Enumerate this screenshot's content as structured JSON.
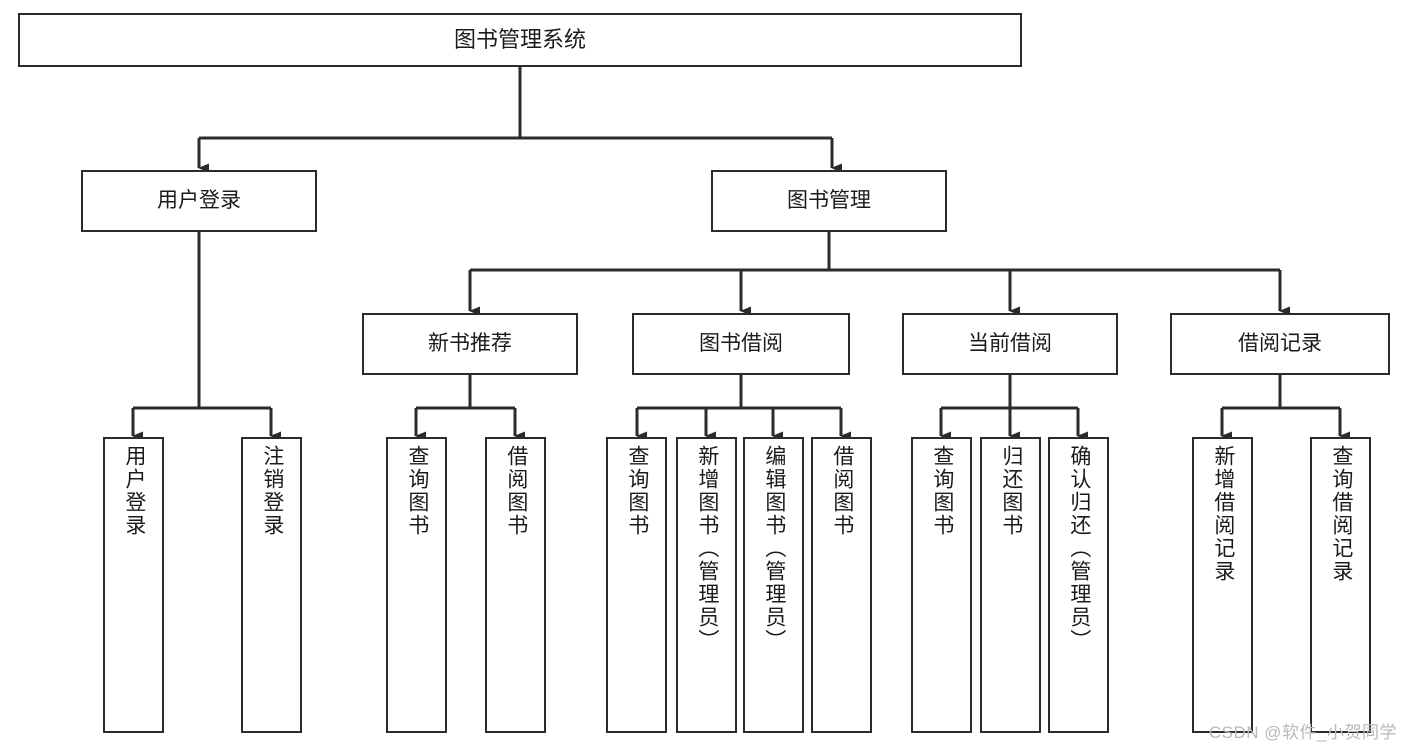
{
  "diagram": {
    "type": "tree",
    "title": "图书管理系统",
    "orientation": "top-down",
    "colors": {
      "box_border": "#2b2b2b",
      "box_fill": "#ffffff",
      "edge": "#2b2b2b",
      "text": "#1b1b1b",
      "watermark": "#b9b9b9"
    },
    "root": {
      "id": "root",
      "label": "图书管理系统"
    },
    "level1": [
      {
        "id": "user-login",
        "label": "用户登录"
      },
      {
        "id": "book-management",
        "label": "图书管理"
      }
    ],
    "level2": [
      {
        "id": "new-book-recommend",
        "label": "新书推荐",
        "parent": "book-management"
      },
      {
        "id": "book-borrow",
        "label": "图书借阅",
        "parent": "book-management"
      },
      {
        "id": "current-borrow",
        "label": "当前借阅",
        "parent": "book-management"
      },
      {
        "id": "borrow-record",
        "label": "借阅记录",
        "parent": "book-management"
      }
    ],
    "leaves": {
      "user-login": [
        {
          "id": "leaf-user-login",
          "label": "用户登录"
        },
        {
          "id": "leaf-logout",
          "label": "注销登录"
        }
      ],
      "new-book-recommend": [
        {
          "id": "leaf-query-book-1",
          "label": "查询图书"
        },
        {
          "id": "leaf-borrow-book-1",
          "label": "借阅图书"
        }
      ],
      "book-borrow": [
        {
          "id": "leaf-query-book-2",
          "label": "查询图书"
        },
        {
          "id": "leaf-add-book",
          "label": "新增图书（管理员）"
        },
        {
          "id": "leaf-edit-book",
          "label": "编辑图书（管理员）"
        },
        {
          "id": "leaf-borrow-book-2",
          "label": "借阅图书"
        }
      ],
      "current-borrow": [
        {
          "id": "leaf-query-book-3",
          "label": "查询图书"
        },
        {
          "id": "leaf-return-book",
          "label": "归还图书"
        },
        {
          "id": "leaf-confirm-return",
          "label": "确认归还（管理员）"
        }
      ],
      "borrow-record": [
        {
          "id": "leaf-add-record",
          "label": "新增借阅记录"
        },
        {
          "id": "leaf-query-record",
          "label": "查询借阅记录"
        }
      ]
    }
  },
  "watermark": {
    "text": "CSDN @软件_小贺同学"
  }
}
